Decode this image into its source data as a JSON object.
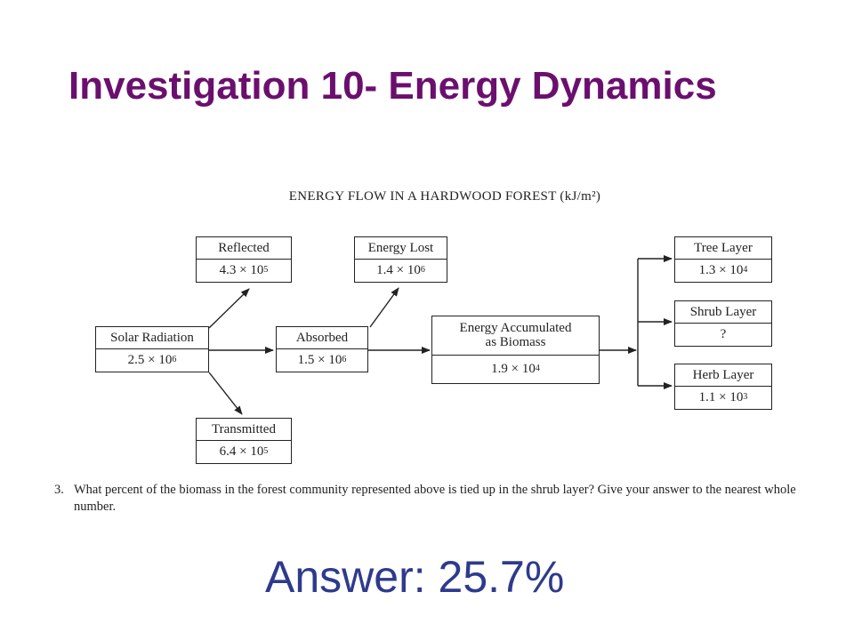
{
  "slide": {
    "title": "Investigation 10- Energy Dynamics",
    "answer": "Answer: 25.7%"
  },
  "diagram": {
    "title": "ENERGY FLOW IN A HARDWOOD FOREST (kJ/m²)",
    "nodes": {
      "solar": {
        "label": "Solar Radiation",
        "mant": "2.5 × 10",
        "exp": "6"
      },
      "reflected": {
        "label": "Reflected",
        "mant": "4.3 × 10",
        "exp": "5"
      },
      "transmitted": {
        "label": "Transmitted",
        "mant": "6.4 × 10",
        "exp": "5"
      },
      "absorbed": {
        "label": "Absorbed",
        "mant": "1.5 × 10",
        "exp": "6"
      },
      "lost": {
        "label": "Energy Lost",
        "mant": "1.4 × 10",
        "exp": "6"
      },
      "biomass": {
        "label": "Energy Accumulated\nas Biomass",
        "mant": "1.9 × 10",
        "exp": "4"
      },
      "tree": {
        "label": "Tree Layer",
        "mant": "1.3 × 10",
        "exp": "4"
      },
      "shrub": {
        "label": "Shrub Layer",
        "mant": "?",
        "exp": ""
      },
      "herb": {
        "label": "Herb Layer",
        "mant": "1.1 × 10",
        "exp": "3"
      }
    }
  },
  "question": {
    "number": "3.",
    "text": "What percent of the biomass in the forest community represented above is tied up in the shrub layer? Give your answer to the nearest whole number."
  }
}
